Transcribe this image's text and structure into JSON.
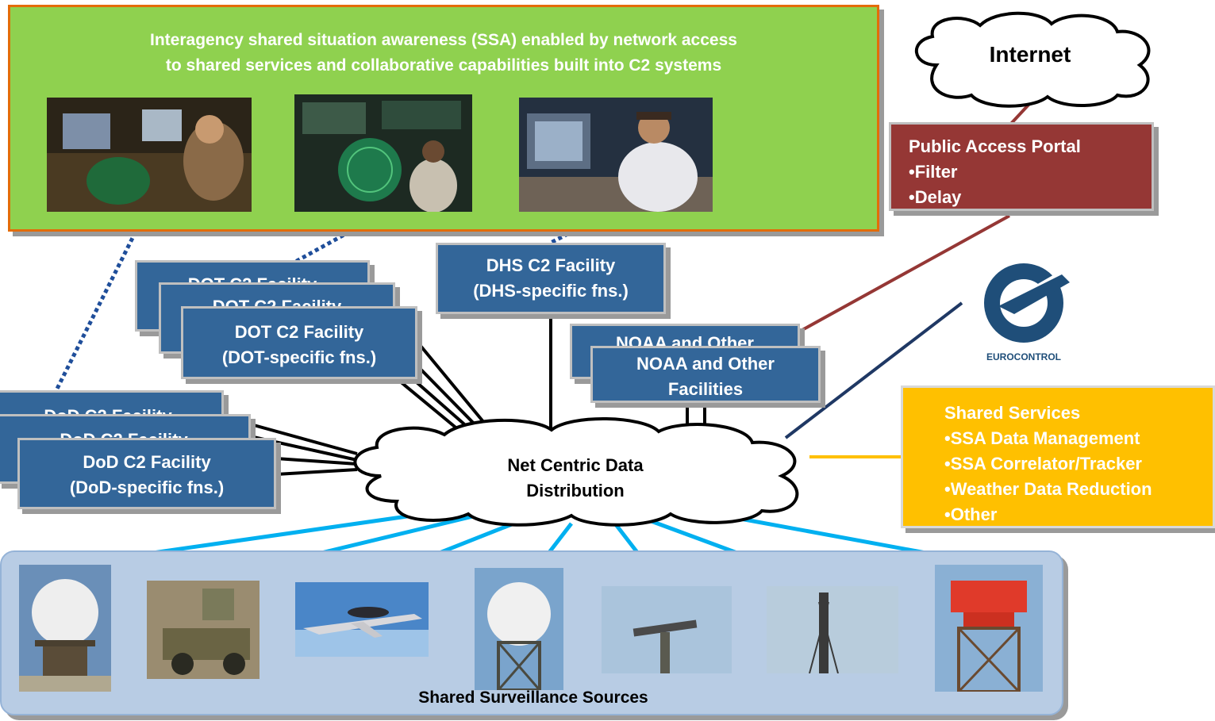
{
  "ssa_panel": {
    "title_line1": "Interagency shared situation awareness (SSA) enabled by network access",
    "title_line2": "to shared services and collaborative capabilities built into C2 systems"
  },
  "internet": {
    "label": "Internet"
  },
  "public_portal": {
    "title": "Public Access Portal",
    "items": [
      "•Filter",
      "•Delay"
    ]
  },
  "dhs": {
    "line1": "DHS C2 Facility",
    "line2": "(DHS-specific fns.)"
  },
  "dot": {
    "back_title": "DOT C2 Facility",
    "line1": "DOT C2 Facility",
    "line2": "(DOT-specific fns.)"
  },
  "dod": {
    "back_title": "DoD C2 Facility",
    "line1": "DoD C2 Facility",
    "line2": "(DoD-specific fns.)"
  },
  "noaa": {
    "back_title": "NOAA and Other",
    "line1": "NOAA and Other",
    "line2": "Facilities"
  },
  "eurocontrol": {
    "label": "EUROCONTROL"
  },
  "shared_services": {
    "title": "Shared Services",
    "items": [
      "•SSA Data Management",
      "•SSA Correlator/Tracker",
      "•Weather Data Reduction",
      "•Other"
    ]
  },
  "net_centric": {
    "line1": "Net Centric Data",
    "line2": "Distribution"
  },
  "surveillance": {
    "label": "Shared Surveillance Sources"
  },
  "colors": {
    "ssa_green": "#8fd14f",
    "facility_blue": "#336699",
    "portal_red": "#953735",
    "services_gold": "#ffc000",
    "surveillance_blue": "#b8cce4",
    "link_cyan": "#00b0f0"
  }
}
